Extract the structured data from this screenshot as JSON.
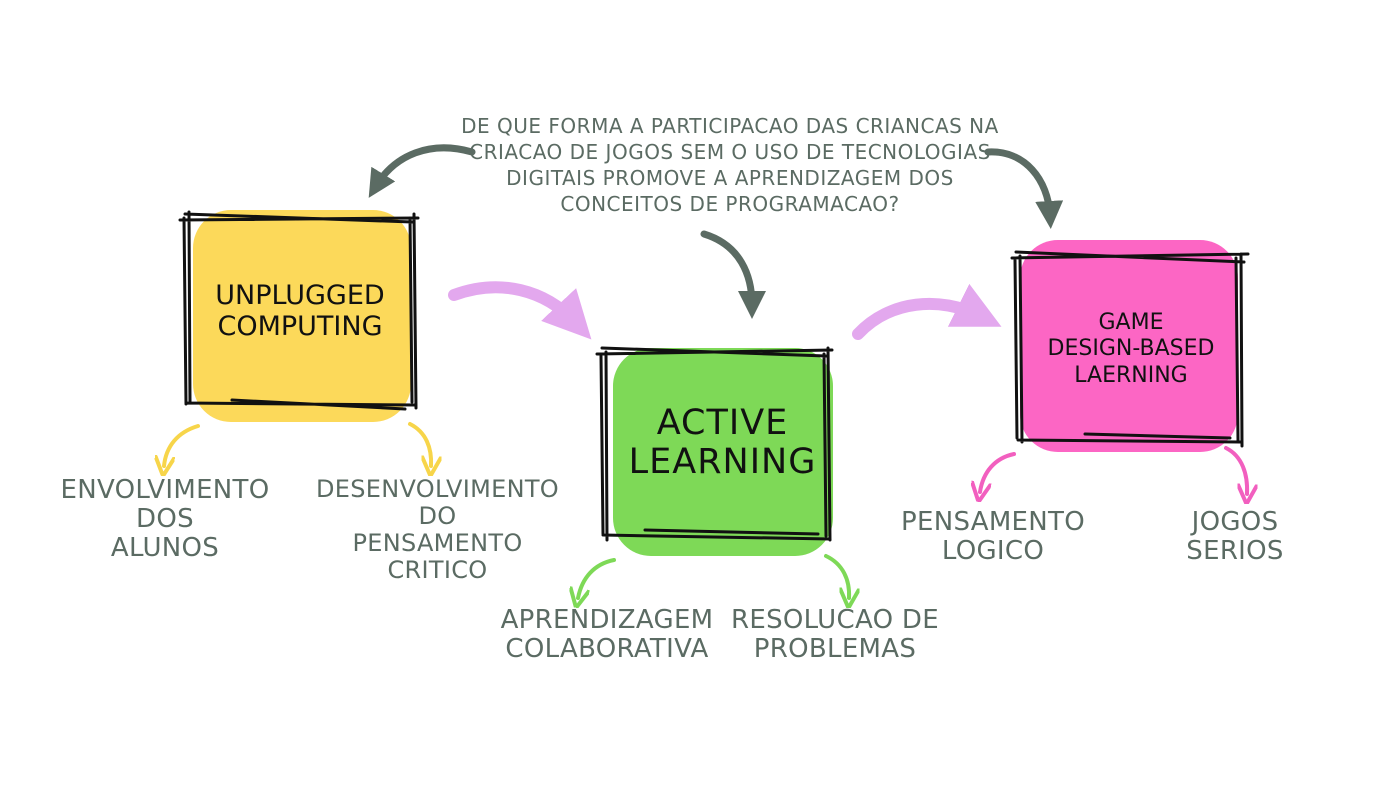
{
  "question": "DE QUE FORMA A PARTICIPACAO DAS CRIANCAS NA\nCRIACAO DE JOGOS SEM O USO DE TECNOLOGIAS\nDIGITAIS PROMOVE A APRENDIZAGEM DOS\nCONCEITOS DE PROGRAMACAO?",
  "boxes": {
    "unplugged": {
      "label": "UNPLUGGED\nCOMPUTING",
      "color": "#fcd95a"
    },
    "active": {
      "label": "ACTIVE\nLEARNING",
      "color": "#7ed957"
    },
    "game": {
      "label": "GAME\nDESIGN-BASED\nLAERNING",
      "color": "#fc66c4"
    }
  },
  "leaves": {
    "envolvimento": "ENVOLVIMENTO DOS\nALUNOS",
    "desenvolvimento": "DESENVOLVIMENTO DO\nPENSAMENTO CRITICO",
    "aprendizagem": "APRENDIZAGEM\nCOLABORATIVA",
    "resolucao": "RESOLUCAO DE\nPROBLEMAS",
    "pensamento_logico": "PENSAMENTO LOGICO",
    "jogos_serios": "JOGOS SERIOS"
  },
  "colors": {
    "text": "#5b6b63",
    "dark_arrow": "#5b6b63",
    "purple_arrow": "#e3a8ee",
    "yellow_arrow": "#f7d54a",
    "green_arrow": "#7ed957",
    "pink_arrow": "#f25fbf"
  }
}
